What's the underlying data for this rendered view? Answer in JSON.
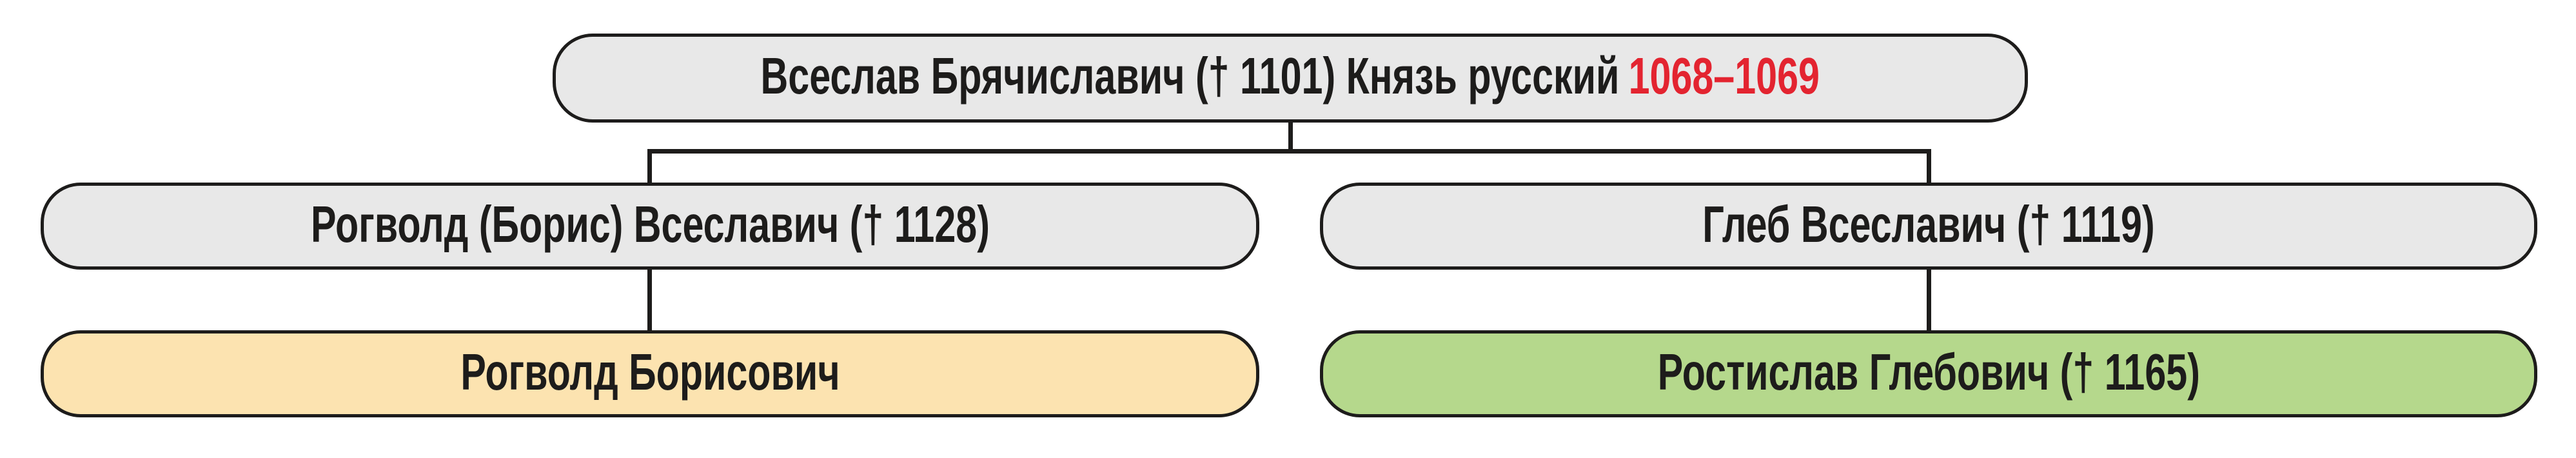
{
  "tree": {
    "root": {
      "label": "Всеслав Брячиславич († 1101) Князь русский",
      "reign_years": "1068–1069"
    },
    "children": [
      {
        "label": "Рогволд (Борис) Всеславич († 1128)",
        "children": [
          {
            "label": "Рогволд Борисович"
          }
        ]
      },
      {
        "label": "Глеб Всеславич († 1119)",
        "children": [
          {
            "label": "Ростислав Глебович († 1165)"
          }
        ]
      }
    ]
  },
  "colors": {
    "background": "#ffffff",
    "node_default_fill": "#e8e8e8",
    "highlight_orange_fill": "#fce3b0",
    "highlight_green_fill": "#b5d88c",
    "outline": "#1d1c1b",
    "reign_years_red": "#e32430"
  }
}
